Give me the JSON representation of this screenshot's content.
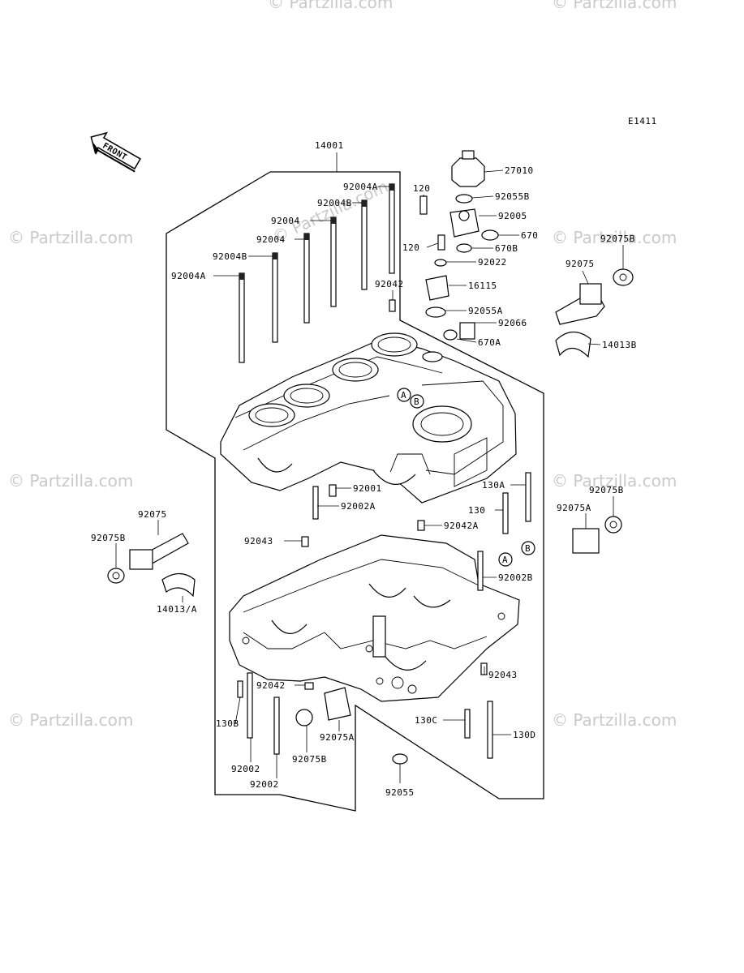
{
  "diagram": {
    "code": "E1411",
    "front_label": "FRONT",
    "main_part": "14001",
    "ref_a": "A",
    "ref_b": "B"
  },
  "watermark": {
    "text": "© Partzilla.com"
  },
  "labels": [
    {
      "id": "l_27010",
      "text": "27010"
    },
    {
      "id": "l_92055B",
      "text": "92055B"
    },
    {
      "id": "l_92005",
      "text": "92005"
    },
    {
      "id": "l_670",
      "text": "670"
    },
    {
      "id": "l_670B",
      "text": "670B"
    },
    {
      "id": "l_92022",
      "text": "92022"
    },
    {
      "id": "l_16115",
      "text": "16115"
    },
    {
      "id": "l_92055A",
      "text": "92055A"
    },
    {
      "id": "l_92066",
      "text": "92066"
    },
    {
      "id": "l_670A",
      "text": "670A"
    },
    {
      "id": "l_120a",
      "text": "120"
    },
    {
      "id": "l_120b",
      "text": "120"
    },
    {
      "id": "l_92004A_top",
      "text": "92004A"
    },
    {
      "id": "l_92004B_top",
      "text": "92004B"
    },
    {
      "id": "l_92004_a",
      "text": "92004"
    },
    {
      "id": "l_92004_b",
      "text": "92004"
    },
    {
      "id": "l_92004B_left",
      "text": "92004B"
    },
    {
      "id": "l_92004A_left",
      "text": "92004A"
    },
    {
      "id": "l_92042_top",
      "text": "92042"
    },
    {
      "id": "l_92075B_r1",
      "text": "92075B"
    },
    {
      "id": "l_92075_r1",
      "text": "92075"
    },
    {
      "id": "l_14013B",
      "text": "14013B"
    },
    {
      "id": "l_92001",
      "text": "92001"
    },
    {
      "id": "l_92002A",
      "text": "92002A"
    },
    {
      "id": "l_130A",
      "text": "130A"
    },
    {
      "id": "l_130",
      "text": "130"
    },
    {
      "id": "l_92042A",
      "text": "92042A"
    },
    {
      "id": "l_92075B_r2",
      "text": "92075B"
    },
    {
      "id": "l_92075A_r2",
      "text": "92075A"
    },
    {
      "id": "l_92075_l",
      "text": "92075"
    },
    {
      "id": "l_92075B_l",
      "text": "92075B"
    },
    {
      "id": "l_14013A",
      "text": "14013/A"
    },
    {
      "id": "l_92043_l",
      "text": "92043"
    },
    {
      "id": "l_92002B",
      "text": "92002B"
    },
    {
      "id": "l_92043_r",
      "text": "92043"
    },
    {
      "id": "l_92042_mid",
      "text": "92042"
    },
    {
      "id": "l_130B",
      "text": "130B"
    },
    {
      "id": "l_92075A_b",
      "text": "92075A"
    },
    {
      "id": "l_92075B_b",
      "text": "92075B"
    },
    {
      "id": "l_92002_a",
      "text": "92002"
    },
    {
      "id": "l_92002_b",
      "text": "92002"
    },
    {
      "id": "l_130C",
      "text": "130C"
    },
    {
      "id": "l_130D",
      "text": "130D"
    },
    {
      "id": "l_92055",
      "text": "92055"
    }
  ]
}
